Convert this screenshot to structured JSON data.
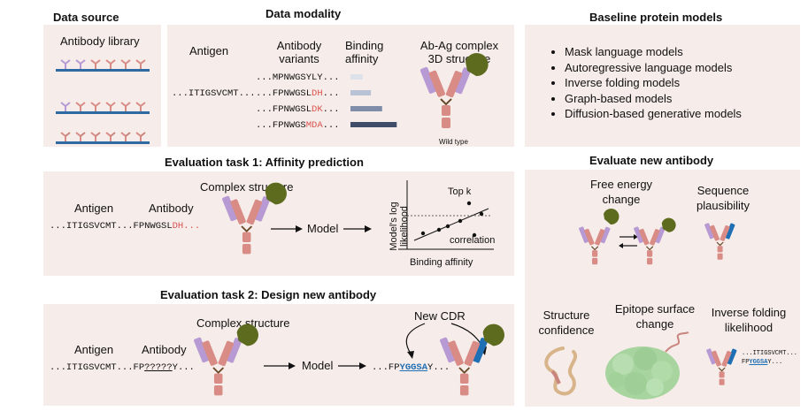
{
  "data_source": {
    "title": "Data source",
    "library_label": "Antibody library"
  },
  "data_modality": {
    "title": "Data modality",
    "antigen_label": "Antigen",
    "variants_label": "Antibody variants",
    "affinity_label": "Binding affinity",
    "complex_label": "Ab-Ag complex 3D structure",
    "antigen_seq": "...ITIGSVCMT...",
    "variants": [
      {
        "prefix": "...MPNWGSYLY...",
        "mut": "",
        "suffix": "",
        "affinity": 0.25
      },
      {
        "prefix": "...FPNWGSL",
        "mut": "DH",
        "suffix": "...",
        "affinity": 0.42
      },
      {
        "prefix": "...FPNWGSL",
        "mut": "DK",
        "suffix": "...",
        "affinity": 0.65
      },
      {
        "prefix": "...FPNWGS",
        "mut": "MDA",
        "suffix": "...",
        "affinity": 0.95
      }
    ],
    "wild_type_label": "Wild type"
  },
  "baseline": {
    "title": "Baseline protein models",
    "items": [
      "Mask language models",
      "Autoregressive language models",
      "Inverse folding models",
      "Graph-based models",
      "Diffusion-based generative models"
    ]
  },
  "task1": {
    "title": "Evaluation task 1: Affinity prediction",
    "antigen_label": "Antigen",
    "antibody_label": "Antibody",
    "complex_label": "Complex structure",
    "antigen_seq": "...ITIGSVCMT...",
    "antibody_prefix": "FPNWGSL",
    "antibody_mut": "DH",
    "antibody_suffix": "...",
    "model_label": "Model",
    "y_axis_label": "Model's log likelihood",
    "x_axis_label": "Binding affinity",
    "topk_label": "Top k",
    "correlation_label": "correlation"
  },
  "task2": {
    "title": "Evaluation task 2: Design new antibody",
    "antigen_label": "Antigen",
    "antibody_label": "Antibody",
    "complex_label": "Complex structure",
    "antigen_seq": "...ITIGSVCMT...",
    "antibody_prefix": "FP",
    "antibody_masked": "?????",
    "antibody_suffix": "Y...",
    "model_label": "Model",
    "new_cdr_label": "New CDR",
    "out_prefix": "...FP",
    "out_cdr": "YGGSA",
    "out_suffix": "Y..."
  },
  "evaluate": {
    "title": "Evaluate new antibody",
    "free_energy_label": "Free energy change",
    "seq_plaus_label": "Sequence plausibility",
    "struct_conf_label": "Structure confidence",
    "epitope_label": "Epitope surface change",
    "inv_fold_label": "Inverse folding likelihood",
    "mini_seq1": "...ITIGSVCMT...",
    "mini_prefix": "FP",
    "mini_cdr": "YGGSA",
    "mini_suffix": "Y..."
  },
  "colors": {
    "panel": "#f6ece9",
    "heavy": "#d98b86",
    "light": "#b79ad3",
    "antigen": "#5d6b1f",
    "cdr": "#1f6fb5"
  }
}
